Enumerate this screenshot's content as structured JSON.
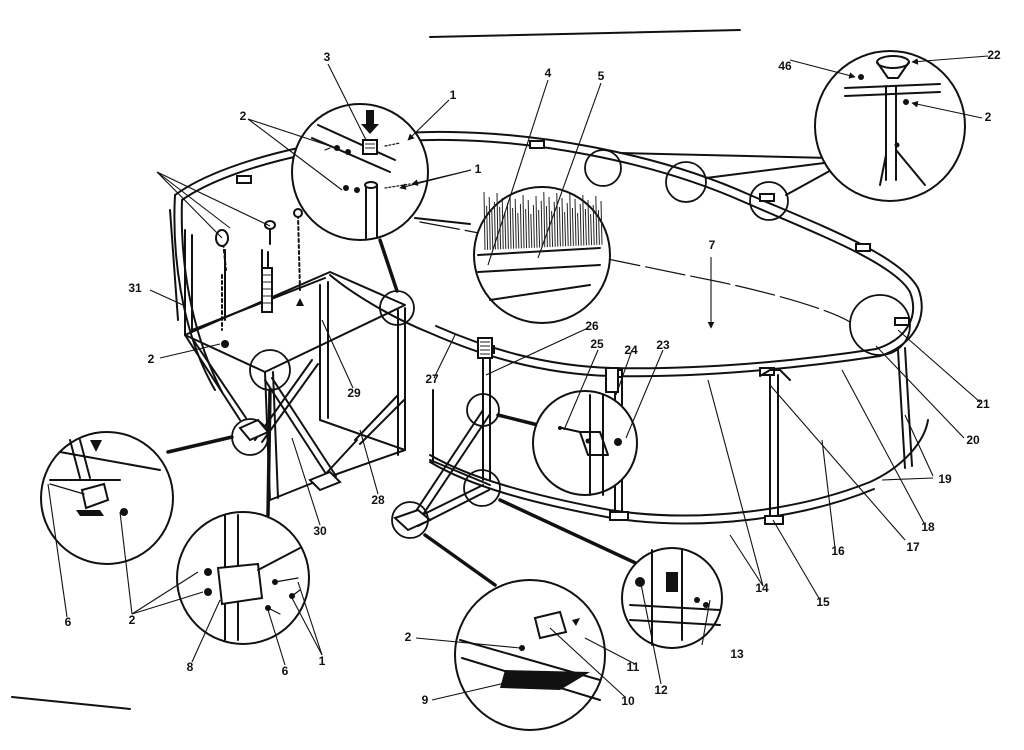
{
  "labels": [
    "1",
    "2",
    "3",
    "4",
    "5",
    "6",
    "7",
    "8",
    "9",
    "10",
    "11",
    "12",
    "13",
    "14",
    "15",
    "16",
    "17",
    "18",
    "19",
    "20",
    "21",
    "22",
    "23",
    "24",
    "25",
    "26",
    "27",
    "28",
    "29",
    "30",
    "31",
    "46"
  ]
}
